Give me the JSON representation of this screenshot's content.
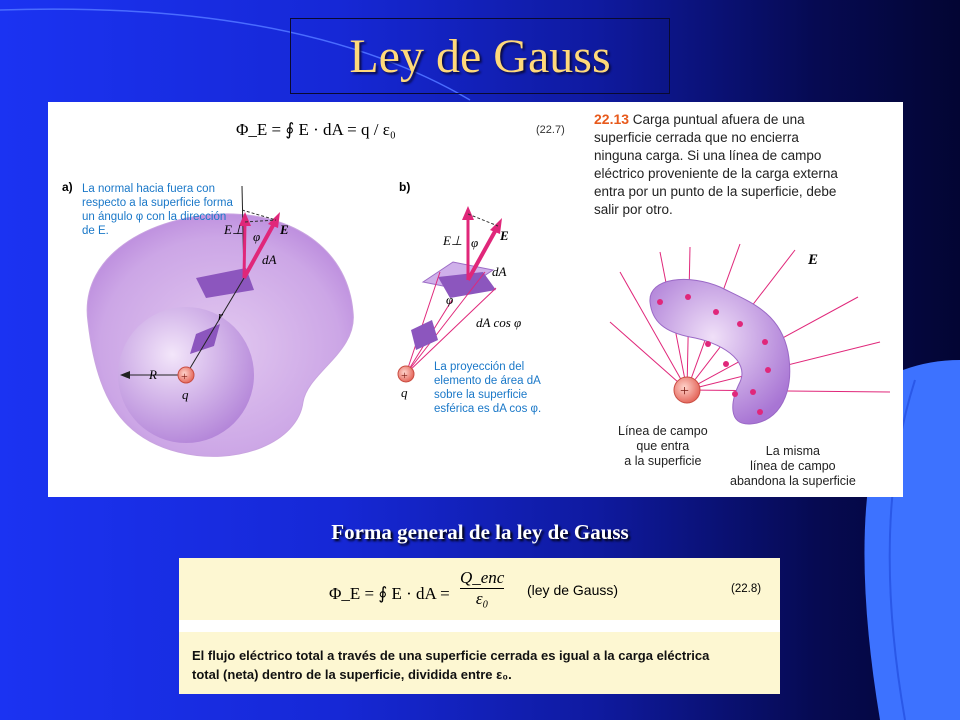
{
  "slide": {
    "title": "Ley de Gauss",
    "subtitle": "Forma general de la ley de Gauss"
  },
  "figure_left": {
    "equation": "Φ_E = ∮ E · dA = q / ε₀",
    "equation_number": "(22.7)",
    "part_a_label": "a)",
    "part_b_label": "b)",
    "note_a": "La normal hacia fuera con respecto a la superficie forma un ángulo φ con la dirección de E.",
    "note_a_lines": [
      "La normal hacia fuera con",
      "respecto a la superficie forma",
      "un ángulo φ con la dirección",
      "de E."
    ],
    "note_b_lines": [
      "La proyección del",
      "elemento de área dA",
      "sobre la superficie",
      "esférica es dA cos φ."
    ],
    "labels": {
      "e_perp": "E⊥",
      "phi": "φ",
      "e_vec": "E",
      "da": "dA",
      "r": "r",
      "big_r": "R",
      "q": "q",
      "da_cos": "dA cos φ"
    }
  },
  "figure_right": {
    "fig_number": "22.13",
    "caption_lines": [
      " Carga puntual afuera de una",
      "superficie cerrada que no encierra",
      "ninguna carga. Si una línea de campo",
      "eléctrico proveniente de la carga externa",
      "entra por un punto de la superficie, debe",
      "salir por otro."
    ],
    "e_label": "E",
    "callout_in_lines": [
      "Línea de campo",
      "que entra",
      "a la superficie"
    ],
    "callout_out_lines": [
      "La misma",
      "línea de campo",
      "abandona la superficie"
    ]
  },
  "law_box": {
    "equation_lhs": "Φ_E = ∮ E · dA =",
    "q_enc": "Q_enc",
    "epsilon": "ε₀",
    "name": "(ley de Gauss)",
    "number": "(22.8)",
    "text_lines": [
      "El flujo eléctrico total a través de una superficie cerrada es igual a la carga eléctrica",
      "total (neta) dentro de la superficie, dividida entre ε₀."
    ]
  },
  "colors": {
    "title": "#ffd97a",
    "accent_blue": "#1a78c8",
    "fig_number": "#e85a1c",
    "vector": "#e0277a",
    "surface": "#c79ae0"
  }
}
